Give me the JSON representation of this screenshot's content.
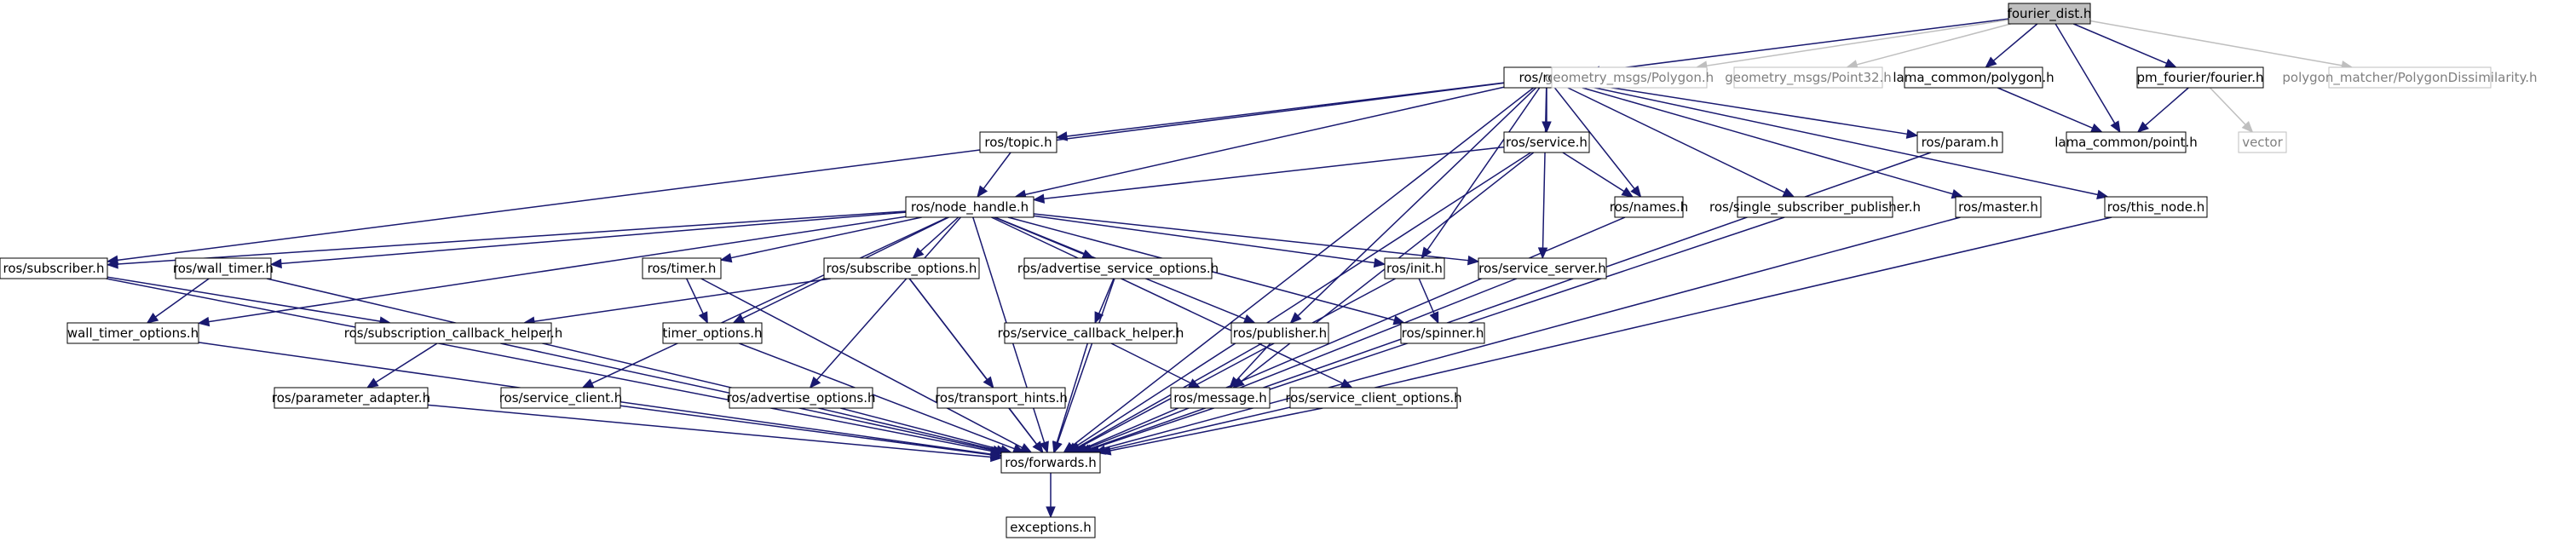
{
  "graph": {
    "nodes": [
      {
        "id": "root",
        "label": "fourier_dist.h",
        "kind": "root"
      },
      {
        "id": "ros",
        "label": "ros/ros.h",
        "kind": "normal"
      },
      {
        "id": "gpoly",
        "label": "geometry_msgs/Polygon.h",
        "kind": "external"
      },
      {
        "id": "gp32",
        "label": "geometry_msgs/Point32.h",
        "kind": "external"
      },
      {
        "id": "lpoly",
        "label": "lama_common/polygon.h",
        "kind": "normal"
      },
      {
        "id": "pmf",
        "label": "pm_fourier/fourier.h",
        "kind": "normal"
      },
      {
        "id": "pmd",
        "label": "polygon_matcher/PolygonDissimilarity.h",
        "kind": "external"
      },
      {
        "id": "topic",
        "label": "ros/topic.h",
        "kind": "normal"
      },
      {
        "id": "service",
        "label": "ros/service.h",
        "kind": "normal"
      },
      {
        "id": "param",
        "label": "ros/param.h",
        "kind": "normal"
      },
      {
        "id": "lpoint",
        "label": "lama_common/point.h",
        "kind": "normal"
      },
      {
        "id": "vector",
        "label": "vector",
        "kind": "external"
      },
      {
        "id": "nh",
        "label": "ros/node_handle.h",
        "kind": "normal"
      },
      {
        "id": "names",
        "label": "ros/names.h",
        "kind": "normal"
      },
      {
        "id": "ssp",
        "label": "ros/single_subscriber_publisher.h",
        "kind": "normal"
      },
      {
        "id": "master",
        "label": "ros/master.h",
        "kind": "normal"
      },
      {
        "id": "thisnode",
        "label": "ros/this_node.h",
        "kind": "normal"
      },
      {
        "id": "sub",
        "label": "ros/subscriber.h",
        "kind": "normal"
      },
      {
        "id": "wtimer",
        "label": "ros/wall_timer.h",
        "kind": "normal"
      },
      {
        "id": "timer",
        "label": "ros/timer.h",
        "kind": "normal"
      },
      {
        "id": "subopt",
        "label": "ros/subscribe_options.h",
        "kind": "normal"
      },
      {
        "id": "advsrvopt",
        "label": "ros/advertise_service_options.h",
        "kind": "normal"
      },
      {
        "id": "init",
        "label": "ros/init.h",
        "kind": "normal"
      },
      {
        "id": "srvserver",
        "label": "ros/service_server.h",
        "kind": "normal"
      },
      {
        "id": "wtopt",
        "label": "wall_timer_options.h",
        "kind": "normal"
      },
      {
        "id": "subcb",
        "label": "ros/subscription_callback_helper.h",
        "kind": "normal"
      },
      {
        "id": "topt",
        "label": "timer_options.h",
        "kind": "normal"
      },
      {
        "id": "srvcb",
        "label": "ros/service_callback_helper.h",
        "kind": "normal"
      },
      {
        "id": "pub",
        "label": "ros/publisher.h",
        "kind": "normal"
      },
      {
        "id": "spinner",
        "label": "ros/spinner.h",
        "kind": "normal"
      },
      {
        "id": "padapt",
        "label": "ros/parameter_adapter.h",
        "kind": "normal"
      },
      {
        "id": "srvclient",
        "label": "ros/service_client.h",
        "kind": "normal"
      },
      {
        "id": "advopt",
        "label": "ros/advertise_options.h",
        "kind": "normal"
      },
      {
        "id": "thints",
        "label": "ros/transport_hints.h",
        "kind": "normal"
      },
      {
        "id": "msg",
        "label": "ros/message.h",
        "kind": "normal"
      },
      {
        "id": "scopt",
        "label": "ros/service_client_options.h",
        "kind": "normal"
      },
      {
        "id": "fwd",
        "label": "ros/forwards.h",
        "kind": "normal"
      },
      {
        "id": "exc",
        "label": "exceptions.h",
        "kind": "normal"
      }
    ],
    "edges": [
      [
        "root",
        "ros"
      ],
      [
        "root",
        "gpoly"
      ],
      [
        "root",
        "gp32"
      ],
      [
        "root",
        "lpoly"
      ],
      [
        "root",
        "pmf"
      ],
      [
        "root",
        "pmd"
      ],
      [
        "root",
        "lpoint"
      ],
      [
        "lpoly",
        "lpoint"
      ],
      [
        "pmf",
        "lpoint"
      ],
      [
        "pmf",
        "vector"
      ],
      [
        "ros",
        "topic"
      ],
      [
        "ros",
        "nh"
      ],
      [
        "ros",
        "service"
      ],
      [
        "ros",
        "param"
      ],
      [
        "ros",
        "names"
      ],
      [
        "ros",
        "ssp"
      ],
      [
        "ros",
        "master"
      ],
      [
        "ros",
        "thisnode"
      ],
      [
        "ros",
        "sub"
      ],
      [
        "ros",
        "init"
      ],
      [
        "ros",
        "pub"
      ],
      [
        "ros",
        "srvserver"
      ],
      [
        "ros",
        "fwd"
      ],
      [
        "topic",
        "nh"
      ],
      [
        "service",
        "nh"
      ],
      [
        "service",
        "names"
      ],
      [
        "service",
        "fwd"
      ],
      [
        "service",
        "msg"
      ],
      [
        "param",
        "fwd"
      ],
      [
        "names",
        "fwd"
      ],
      [
        "ssp",
        "fwd"
      ],
      [
        "master",
        "fwd"
      ],
      [
        "thisnode",
        "fwd"
      ],
      [
        "nh",
        "sub"
      ],
      [
        "nh",
        "wtimer"
      ],
      [
        "nh",
        "timer"
      ],
      [
        "nh",
        "subopt"
      ],
      [
        "nh",
        "advsrvopt"
      ],
      [
        "nh",
        "init"
      ],
      [
        "nh",
        "srvserver"
      ],
      [
        "nh",
        "pub"
      ],
      [
        "nh",
        "spinner"
      ],
      [
        "nh",
        "srvclient"
      ],
      [
        "nh",
        "advopt"
      ],
      [
        "nh",
        "scopt"
      ],
      [
        "nh",
        "wtopt"
      ],
      [
        "nh",
        "topt"
      ],
      [
        "nh",
        "fwd"
      ],
      [
        "sub",
        "subcb"
      ],
      [
        "sub",
        "fwd"
      ],
      [
        "wtimer",
        "wtopt"
      ],
      [
        "wtimer",
        "fwd"
      ],
      [
        "timer",
        "topt"
      ],
      [
        "timer",
        "fwd"
      ],
      [
        "subopt",
        "subcb"
      ],
      [
        "subopt",
        "thints"
      ],
      [
        "subopt",
        "fwd"
      ],
      [
        "advsrvopt",
        "srvcb"
      ],
      [
        "advsrvopt",
        "fwd"
      ],
      [
        "init",
        "spinner"
      ],
      [
        "init",
        "fwd"
      ],
      [
        "srvserver",
        "fwd"
      ],
      [
        "wtopt",
        "fwd"
      ],
      [
        "subcb",
        "padapt"
      ],
      [
        "subcb",
        "fwd"
      ],
      [
        "topt",
        "fwd"
      ],
      [
        "srvcb",
        "msg"
      ],
      [
        "srvcb",
        "fwd"
      ],
      [
        "pub",
        "msg"
      ],
      [
        "pub",
        "fwd"
      ],
      [
        "padapt",
        "fwd"
      ],
      [
        "srvclient",
        "fwd"
      ],
      [
        "advopt",
        "fwd"
      ],
      [
        "thints",
        "fwd"
      ],
      [
        "scopt",
        "fwd"
      ],
      [
        "fwd",
        "exc"
      ]
    ]
  }
}
